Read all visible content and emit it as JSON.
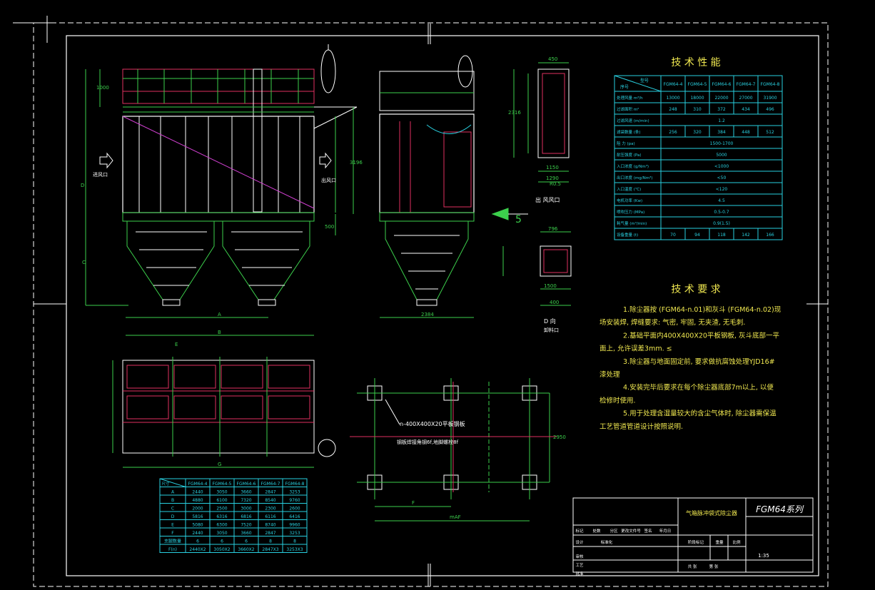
{
  "perf_table": {
    "title": "技 术 性 能",
    "headers": [
      "FGM64-4",
      "FGM64-5",
      "FGM64-6",
      "FGM64-7",
      "FGM64-8"
    ],
    "header_left_top": "型号",
    "header_left_bottom": "序号",
    "rows": [
      {
        "label": "处理风量 m³/h",
        "values": [
          "13000",
          "18000",
          "22000",
          "27000",
          "31900"
        ]
      },
      {
        "label": "过滤面积 m²",
        "values": [
          "248",
          "310",
          "372",
          "434",
          "496"
        ]
      },
      {
        "label": "过滤风速 (m/min)",
        "merged": "1.2"
      },
      {
        "label": "滤袋数量 (条)",
        "values": [
          "256",
          "320",
          "384",
          "448",
          "512"
        ]
      },
      {
        "label": "阻 力 (pa)",
        "merged": "1500-1700"
      },
      {
        "label": "耐压强度 (Pa)",
        "merged": "5000"
      },
      {
        "label": "入口浓度 (g/Nm³)",
        "merged": "<1000"
      },
      {
        "label": "出口浓度 (mg/Nm³)",
        "merged": "<50"
      },
      {
        "label": "入口温度 (℃)",
        "merged": "<120"
      },
      {
        "label": "电机功率 (Kw)",
        "merged": "4.5"
      },
      {
        "label": "喷吹压力 (MPa)",
        "merged": "0.5-0.7"
      },
      {
        "label": "耗气量 (m³/min)",
        "merged": "0.9(1.5)"
      },
      {
        "label": "设备重量 (t)",
        "values": [
          "70",
          "94",
          "118",
          "142",
          "166"
        ]
      }
    ]
  },
  "requirements": {
    "title": "技 术 要 求",
    "lines": [
      "1.除尘器按 (FGM64-n.01)和灰斗 (FGM64-n.02)现",
      "场安装焊, 焊缝要求: 气密, 牢固, 无夹渣, 无毛刺.",
      "2.基础平面内400X400X20平板钢板, 灰斗底部一平",
      "面上, 允许误差3mm. ≤",
      "3.除尘器与地面固定前, 要求做抗腐蚀处理YJD16#",
      "漆处理",
      "4.安装完毕后要求在每个除尘器底部7m以上, 以便",
      "检修时使用.",
      "5.用于处理含湿量较大的含尘气体时, 除尘器需保温",
      "工艺管道管道设计按照说明."
    ]
  },
  "dim_table": {
    "corner": "尺寸",
    "headers": [
      "FGM64-4",
      "FGM64-5",
      "FGM64-6",
      "FGM64-7",
      "FGM64-8"
    ],
    "rows": [
      {
        "label": "A",
        "values": [
          "2440",
          "3050",
          "3660",
          "2847",
          "3253"
        ]
      },
      {
        "label": "B",
        "values": [
          "4880",
          "6100",
          "7320",
          "8540",
          "9760"
        ]
      },
      {
        "label": "C",
        "values": [
          "2000",
          "2500",
          "3000",
          "2300",
          "2600"
        ]
      },
      {
        "label": "D",
        "values": [
          "5816",
          "6316",
          "6816",
          "6116",
          "6416"
        ]
      },
      {
        "label": "E",
        "values": [
          "5080",
          "6300",
          "7520",
          "8740",
          "9960"
        ]
      },
      {
        "label": "F",
        "values": [
          "2440",
          "3050",
          "3660",
          "2847",
          "3253"
        ]
      },
      {
        "label": "支腿数量",
        "values": [
          "6",
          "6",
          "6",
          "8",
          "8"
        ]
      },
      {
        "label": "F(n)",
        "values": [
          "2440X2",
          "3050X2",
          "3660X2",
          "2847X3",
          "3253X3"
        ]
      }
    ]
  },
  "title_block": {
    "drawing_name": "气箱脉冲袋式除尘器",
    "series": "FGM64系列",
    "scale": "1:35",
    "labels": [
      "标记",
      "处数",
      "分区",
      "更改文件号",
      "签名",
      "年月日"
    ],
    "labels2": [
      "设计",
      "标准化",
      "阶段标记",
      "重量",
      "比例"
    ],
    "labels3": [
      "审核",
      "工艺",
      "批准"
    ],
    "labels4": [
      "共 张",
      "第 张"
    ]
  },
  "annotations": {
    "inlet": "进风口",
    "outlet": "出风口",
    "section_cap": "出 风风口",
    "section_cap2": "D 向",
    "dust_outlet": "卸料口",
    "plate_note": "n-400X400X20平板钢板",
    "weld_note": "钢板焊接角钢6f,地脚螺栓8f",
    "dim_total": "mAF",
    "letters": [
      "A",
      "B",
      "C",
      "D",
      "E",
      "F",
      "G",
      "1000"
    ],
    "dims": [
      "2316",
      "2384",
      "3196",
      "450",
      "1150",
      "1290",
      "796",
      "R0.5",
      "400",
      "1500",
      "500",
      "2950"
    ],
    "section_num": "5"
  },
  "colors": {
    "frame": "#ffffff",
    "steel": "#3cd04c",
    "detail": "#e03060",
    "table": "#29d0e0",
    "text": "#f0e850",
    "diag": "#d040d0"
  }
}
